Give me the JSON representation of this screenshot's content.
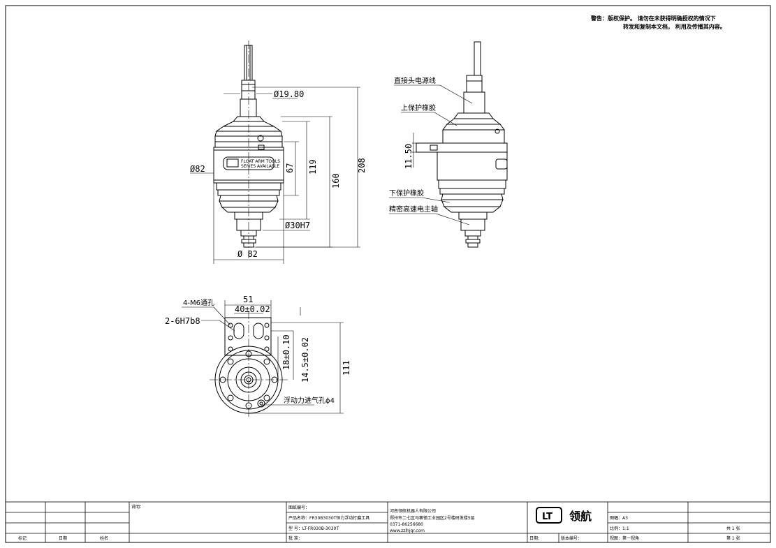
{
  "warning": {
    "line1": "警告：版权保护。 请勿在未获得明确授权的情况下",
    "line2": "转发和复制本文档， 利用及传播其内容。"
  },
  "front_view": {
    "dim_top_dia": "Ø19.80",
    "dim_body_dia": "Ø82",
    "dim_67": "67",
    "dim_119": "119",
    "dim_160": "160",
    "dim_208": "208",
    "dim_bottom_dia": "Ø30H7",
    "dim_base_dia": "Ø 82",
    "nameplate_line1": "FLOAT ARM TOOLS",
    "nameplate_line2": "SERIES AVAILABLE"
  },
  "side_view": {
    "label_cable": "直接头电源线",
    "label_upper_boot": "上保护橡胶",
    "label_lower_boot": "下保护橡胶",
    "label_spindle": "精密高速电主轴",
    "dim_11_50": "11.50"
  },
  "bottom_view": {
    "label_holes": "4-M6通孔",
    "label_pins": "2-6H7b8",
    "dim_51": "51",
    "dim_40": "40±0.02",
    "dim_18": "18±0.10",
    "dim_14_5": "14.5±0.02",
    "dim_111": "111",
    "label_air": "浮动力进气孔ϕ4"
  },
  "title_block": {
    "remark_label": "说明：",
    "drawing_no_label": "图纸编号：",
    "product_name": "产品名称：FR30B3030T恒力浮动打磨工具",
    "model": "型 号：LT-FR030B-3030T",
    "approve_label": "批 准：",
    "company": "河南领航机器人有限公司",
    "address": "郑州市二七区马寨镇工业园区2号楼研发楼5层",
    "phone": "0371-86256680",
    "website": "www.zzlhjqr.com",
    "logo_mark": "LT",
    "brand_name": "领航",
    "sheet_size": "图幅：A3",
    "scale": "比例：1:1",
    "date_label": "日期：",
    "version_label": "版本编号：",
    "views": "视图：第一视角",
    "total": "共 1 张",
    "sheet": "第 1 张",
    "col_mark": "标记",
    "col_date": "日期",
    "col_name": "姓名"
  }
}
